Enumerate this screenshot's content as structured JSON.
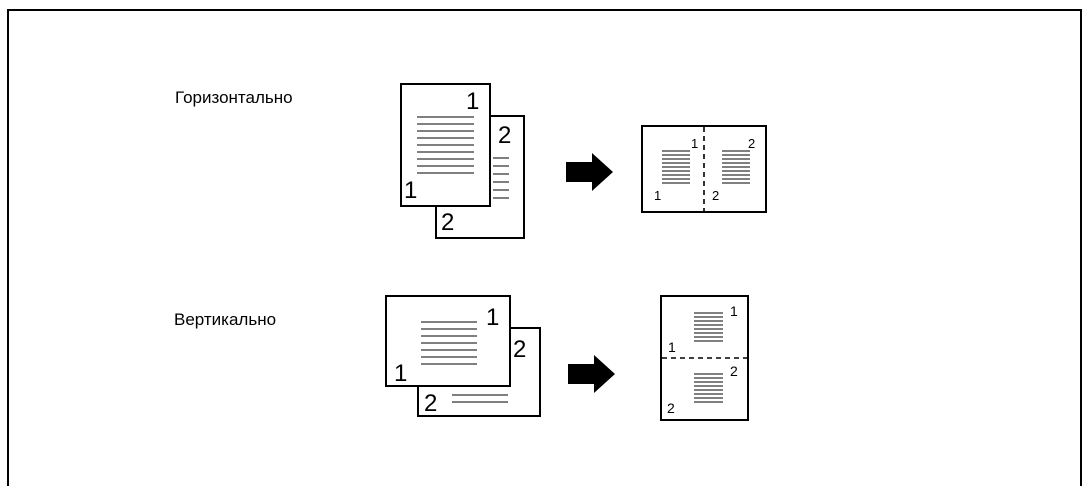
{
  "labels": {
    "horizontal": "Горизонтально",
    "vertical": "Вертикально"
  },
  "horizontal": {
    "original_front": {
      "corner_number": "1",
      "bottom_number": "1"
    },
    "original_back": {
      "corner_number": "2",
      "bottom_number": "2"
    },
    "result": {
      "left_top": "1",
      "left_bottom": "1",
      "right_top": "2",
      "right_bottom": "2"
    }
  },
  "vertical": {
    "original_front": {
      "corner_number": "1",
      "bottom_number": "1"
    },
    "original_back": {
      "corner_number": "2",
      "bottom_number": "2"
    },
    "result": {
      "top_corner": "1",
      "top_bottom": "1",
      "bottom_corner": "2",
      "bottom_bottom": "2"
    }
  },
  "arrow_icon": "right-arrow-icon",
  "colors": {
    "ink": "#000000",
    "paper": "#ffffff"
  }
}
